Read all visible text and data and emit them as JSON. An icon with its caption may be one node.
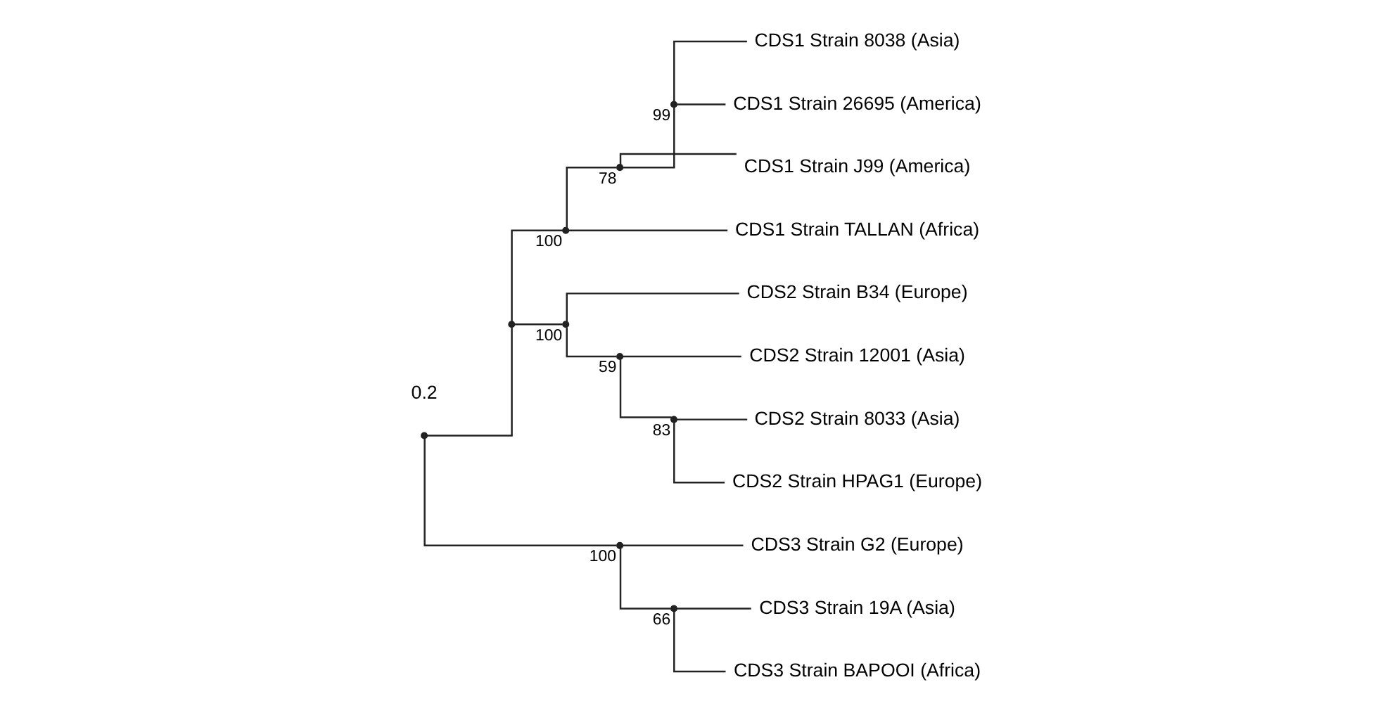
{
  "diagram": {
    "nodes": [
      {
        "text": [],
        "shape": "point"
      },
      {
        "text": [],
        "shape": "point"
      },
      {
        "text": [],
        "shape": "point",
        "beside": [
          "100"
        ]
      },
      {
        "text": [],
        "shape": "point",
        "beside": [
          "78"
        ]
      },
      {
        "text": [],
        "shape": "point",
        "beside": [
          "99"
        ]
      },
      {
        "text": [
          "CDS1 Strain 8038 (Asia)"
        ]
      },
      {
        "text": [
          "CDS1 Strain 26695 (America)"
        ]
      },
      {
        "text": [
          "CDS1 Strain J99 (America)"
        ]
      },
      {
        "text": [
          "CDS1 Strain TALLAN (Africa)"
        ]
      },
      {
        "text": [],
        "shape": "point",
        "beside": [
          "100"
        ]
      },
      {
        "text": [
          "CDS2 Strain B34 (Europe)"
        ]
      },
      {
        "text": [],
        "shape": "point",
        "beside": [
          "59"
        ]
      },
      {
        "text": [
          "CDS2 Strain 12001 (Asia)"
        ]
      },
      {
        "text": [],
        "shape": "point",
        "beside": [
          "83"
        ]
      },
      {
        "text": [
          "CDS2 Strain 8033 (Asia)"
        ]
      },
      {
        "text": [
          "CDS2 Strain HPAG1 (Europe)"
        ]
      },
      {
        "text": [],
        "shape": "point",
        "beside": [
          "100"
        ]
      },
      {
        "text": [
          "CDS3 Strain G2 (Europe)"
        ]
      },
      {
        "text": [],
        "shape": "point",
        "beside": [
          "66"
        ]
      },
      {
        "text": [
          "CDS3 Strain 19A (Asia)"
        ]
      },
      {
        "text": [
          "CDS3 Strain BAPOOI (Africa)"
        ]
      }
    ],
    "edges": [
      {
        "from": 0,
        "to": 1,
        "arrow": "none"
      },
      {
        "from": 1,
        "to": 2,
        "arrow": "none"
      },
      {
        "from": 2,
        "to": 3,
        "arrow": "none"
      },
      {
        "from": 3,
        "to": 4,
        "arrow": "none"
      },
      {
        "from": 4,
        "to": 5,
        "arrow": "none"
      },
      {
        "from": 4,
        "to": 6,
        "arrow": "none"
      },
      {
        "from": 3,
        "to": 7,
        "arrow": "none"
      },
      {
        "from": 2,
        "to": 8,
        "arrow": "none"
      },
      {
        "from": 1,
        "to": 9,
        "arrow": "none"
      },
      {
        "from": 9,
        "to": 10,
        "arrow": "none"
      },
      {
        "from": 9,
        "to": 11,
        "arrow": "none"
      },
      {
        "from": 11,
        "to": 12,
        "arrow": "none"
      },
      {
        "from": 11,
        "to": 13,
        "arrow": "none"
      },
      {
        "from": 13,
        "to": 14,
        "arrow": "none"
      },
      {
        "from": 13,
        "to": 15,
        "arrow": "none"
      },
      {
        "from": 0,
        "to": 16,
        "arrow": "none"
      },
      {
        "from": 16,
        "to": 17,
        "arrow": "none"
      },
      {
        "from": 16,
        "to": 18,
        "arrow": "none"
      },
      {
        "from": 18,
        "to": 19,
        "arrow": "none"
      },
      {
        "from": 18,
        "to": 20,
        "arrow": "none"
      }
    ],
    "labels": [
      "0.2"
    ]
  }
}
